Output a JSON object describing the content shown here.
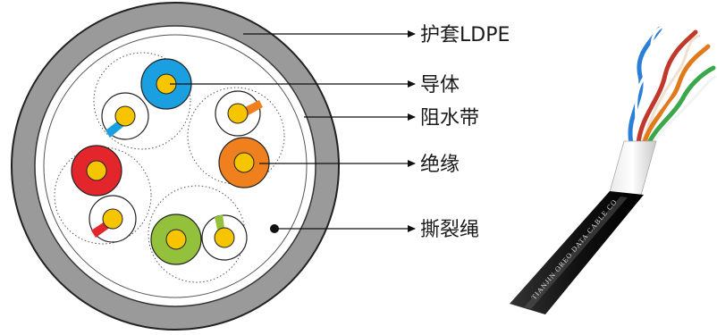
{
  "labels": {
    "jacket": "护套LDPE",
    "conductor": "导体",
    "water_blocking_tape": "阻水带",
    "insulation": "绝缘",
    "ripcord": "撕裂绳"
  },
  "cable_print": "TIANJIN  OREO  DATA  CABLE  CO",
  "colors": {
    "jacket": "#9a9a9a",
    "conductor": "#f6c500",
    "pair_blue": "#1aa0e0",
    "pair_orange": "#f07f1e",
    "pair_red": "#e3262b",
    "pair_green": "#93c13c",
    "cable_sheath": "#151515",
    "line": "#111111"
  },
  "icons": [
    "arrow-right-icon",
    "arrow-right-icon",
    "arrow-right-icon",
    "arrow-right-icon",
    "arrow-right-icon"
  ]
}
